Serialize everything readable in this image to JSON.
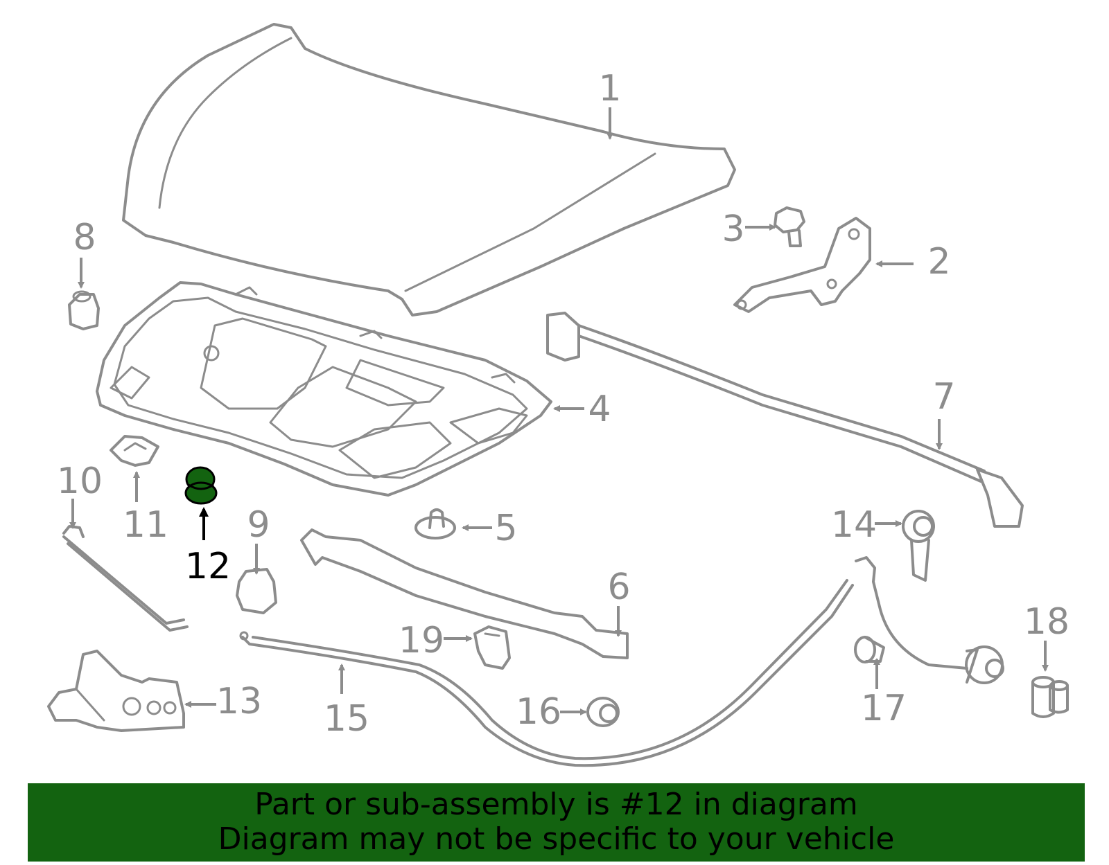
{
  "diagram": {
    "highlight_color": "#136310",
    "part_color": "#8c8c8c",
    "callouts": [
      {
        "id": "1",
        "label": "1"
      },
      {
        "id": "2",
        "label": "2"
      },
      {
        "id": "3",
        "label": "3"
      },
      {
        "id": "4",
        "label": "4"
      },
      {
        "id": "5",
        "label": "5"
      },
      {
        "id": "6",
        "label": "6"
      },
      {
        "id": "7",
        "label": "7"
      },
      {
        "id": "8",
        "label": "8"
      },
      {
        "id": "9",
        "label": "9"
      },
      {
        "id": "10",
        "label": "10"
      },
      {
        "id": "11",
        "label": "11"
      },
      {
        "id": "12",
        "label": "12"
      },
      {
        "id": "13",
        "label": "13"
      },
      {
        "id": "14",
        "label": "14"
      },
      {
        "id": "15",
        "label": "15"
      },
      {
        "id": "16",
        "label": "16"
      },
      {
        "id": "17",
        "label": "17"
      },
      {
        "id": "18",
        "label": "18"
      },
      {
        "id": "19",
        "label": "19"
      }
    ],
    "highlighted_part": "12"
  },
  "banner": {
    "line1": "Part or sub-assembly is #12 in diagram",
    "line2": "Diagram may not be specific to your vehicle",
    "background": "#136310"
  }
}
